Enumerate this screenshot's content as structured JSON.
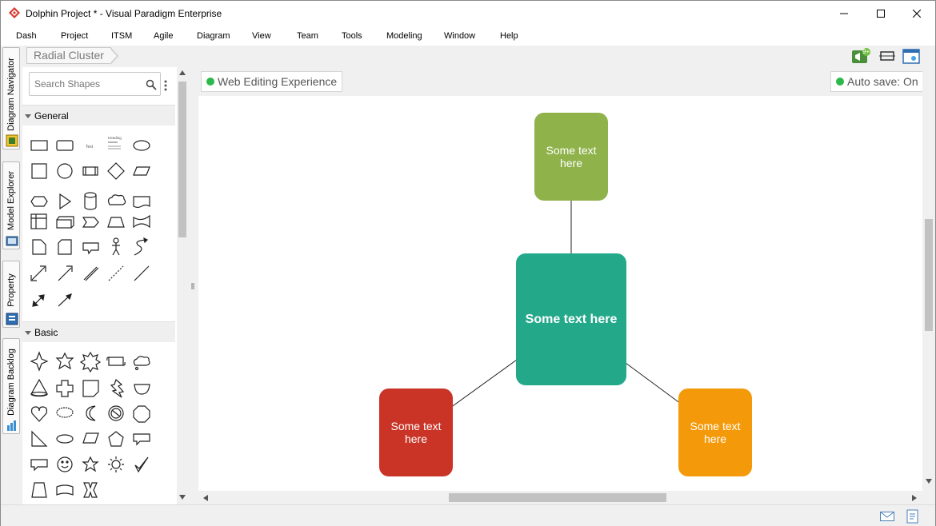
{
  "window": {
    "title": "Dolphin Project * - Visual Paradigm Enterprise"
  },
  "menu": [
    "Dash",
    "Project",
    "ITSM",
    "Agile",
    "Diagram",
    "View",
    "Team",
    "Tools",
    "Modeling",
    "Window",
    "Help"
  ],
  "side_tabs": [
    "Diagram Navigator",
    "Model Explorer",
    "Property",
    "Diagram Backlog"
  ],
  "breadcrumb": "Radial Cluster",
  "notification_badge": "9+",
  "shape_panel": {
    "search_placeholder": "Search Shapes",
    "categories": [
      {
        "label": "General",
        "shapes": [
          "rectangle-shape",
          "rounded-rectangle-shape",
          "text-shape",
          "heading-shape",
          "ellipse-shape",
          "square-shape",
          "circle-shape",
          "process-shape",
          "diamond-shape",
          "parallelogram-shape",
          "hexagon-shape",
          "triangle-shape",
          "cylinder-shape",
          "cloud-shape",
          "document-shape",
          "table-shape",
          "cube-shape",
          "chevron-shape",
          "trapezoid-shape",
          "wave-shape",
          "page-shape",
          "card-shape",
          "callout-shape",
          "actor-shape",
          "curve-shape",
          "double-arrow-shape",
          "arrow-shape",
          "double-line-shape",
          "dashed-line-shape",
          "line-shape",
          "bidirectional-connector-shape",
          "directional-connector-shape"
        ],
        "text_shape_label": "Text",
        "heading_shape_label": "Heading"
      },
      {
        "label": "Basic",
        "shapes": [
          "four-point-star-shape",
          "star-shape",
          "burst-shape",
          "scroll-shape",
          "cloud-callout-shape",
          "cone-shape",
          "cross-shape",
          "folded-corner-shape",
          "lightning-shape",
          "half-circle-shape",
          "heart-shape",
          "oval-callout-shape",
          "moon-shape",
          "no-symbol-shape",
          "octagon-shape",
          "right-triangle-shape",
          "speech-oval-shape",
          "parallelogram-shape",
          "pentagon-shape",
          "rect-callout-shape",
          "rect-callout-2-shape",
          "smiley-shape",
          "five-star-shape",
          "sun-shape",
          "check-shape",
          "trapezoid-shape",
          "wave-banner-shape",
          "x-shape"
        ]
      }
    ]
  },
  "canvas": {
    "left_badge": "Web Editing Experience",
    "right_badge": "Auto save: On",
    "nodes": [
      {
        "id": "top",
        "text": "Some text here",
        "color": "#8fb24a"
      },
      {
        "id": "center",
        "text": "Some text here",
        "color": "#23a98a"
      },
      {
        "id": "left",
        "text": "Some text here",
        "color": "#c93427"
      },
      {
        "id": "right",
        "text": "Some text here",
        "color": "#f49a0a"
      }
    ]
  },
  "colors": {
    "status_dot": "#2db84b",
    "accent": "#c93427"
  }
}
